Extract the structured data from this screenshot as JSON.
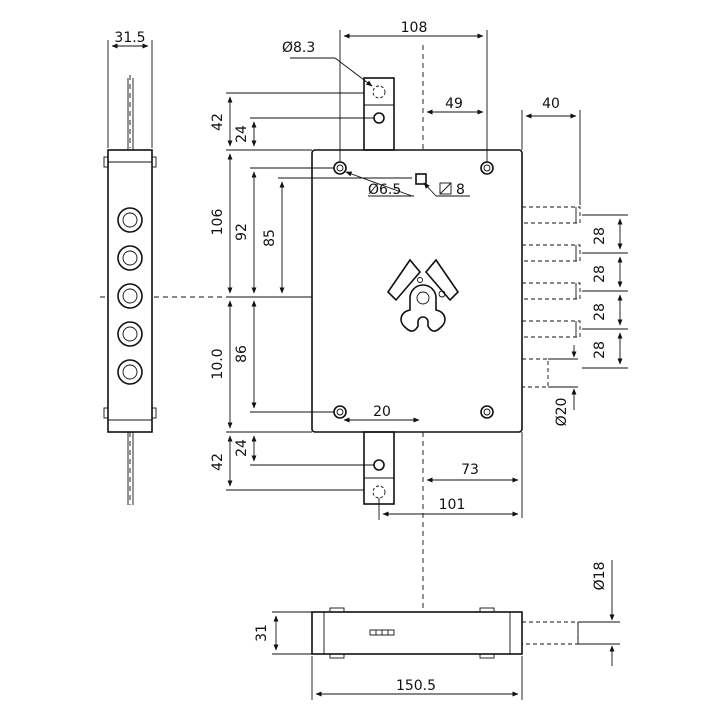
{
  "dimensions": {
    "side_width": "31.5",
    "top_offset": "108",
    "hole_dia_top": "Ø8.3",
    "offset_49": "49",
    "bolt_projection": "40",
    "rod_top_42": "42",
    "rod_top_24": "24",
    "height_106": "106",
    "height_92": "92",
    "height_85": "85",
    "hole_dia_65": "Ø6.5",
    "square_8": "8",
    "pitch_28_a": "28",
    "pitch_28_b": "28",
    "pitch_28_c": "28",
    "pitch_28_d": "28",
    "bolt_dia_20": "Ø20",
    "height_100": "10.0",
    "height_86": "86",
    "spacing_20": "20",
    "rod_bottom_42": "42",
    "rod_bottom_24": "24",
    "backset_73": "73",
    "backset_101": "101",
    "bolt_dia_18": "Ø18",
    "depth_31": "31",
    "total_length": "150.5"
  }
}
